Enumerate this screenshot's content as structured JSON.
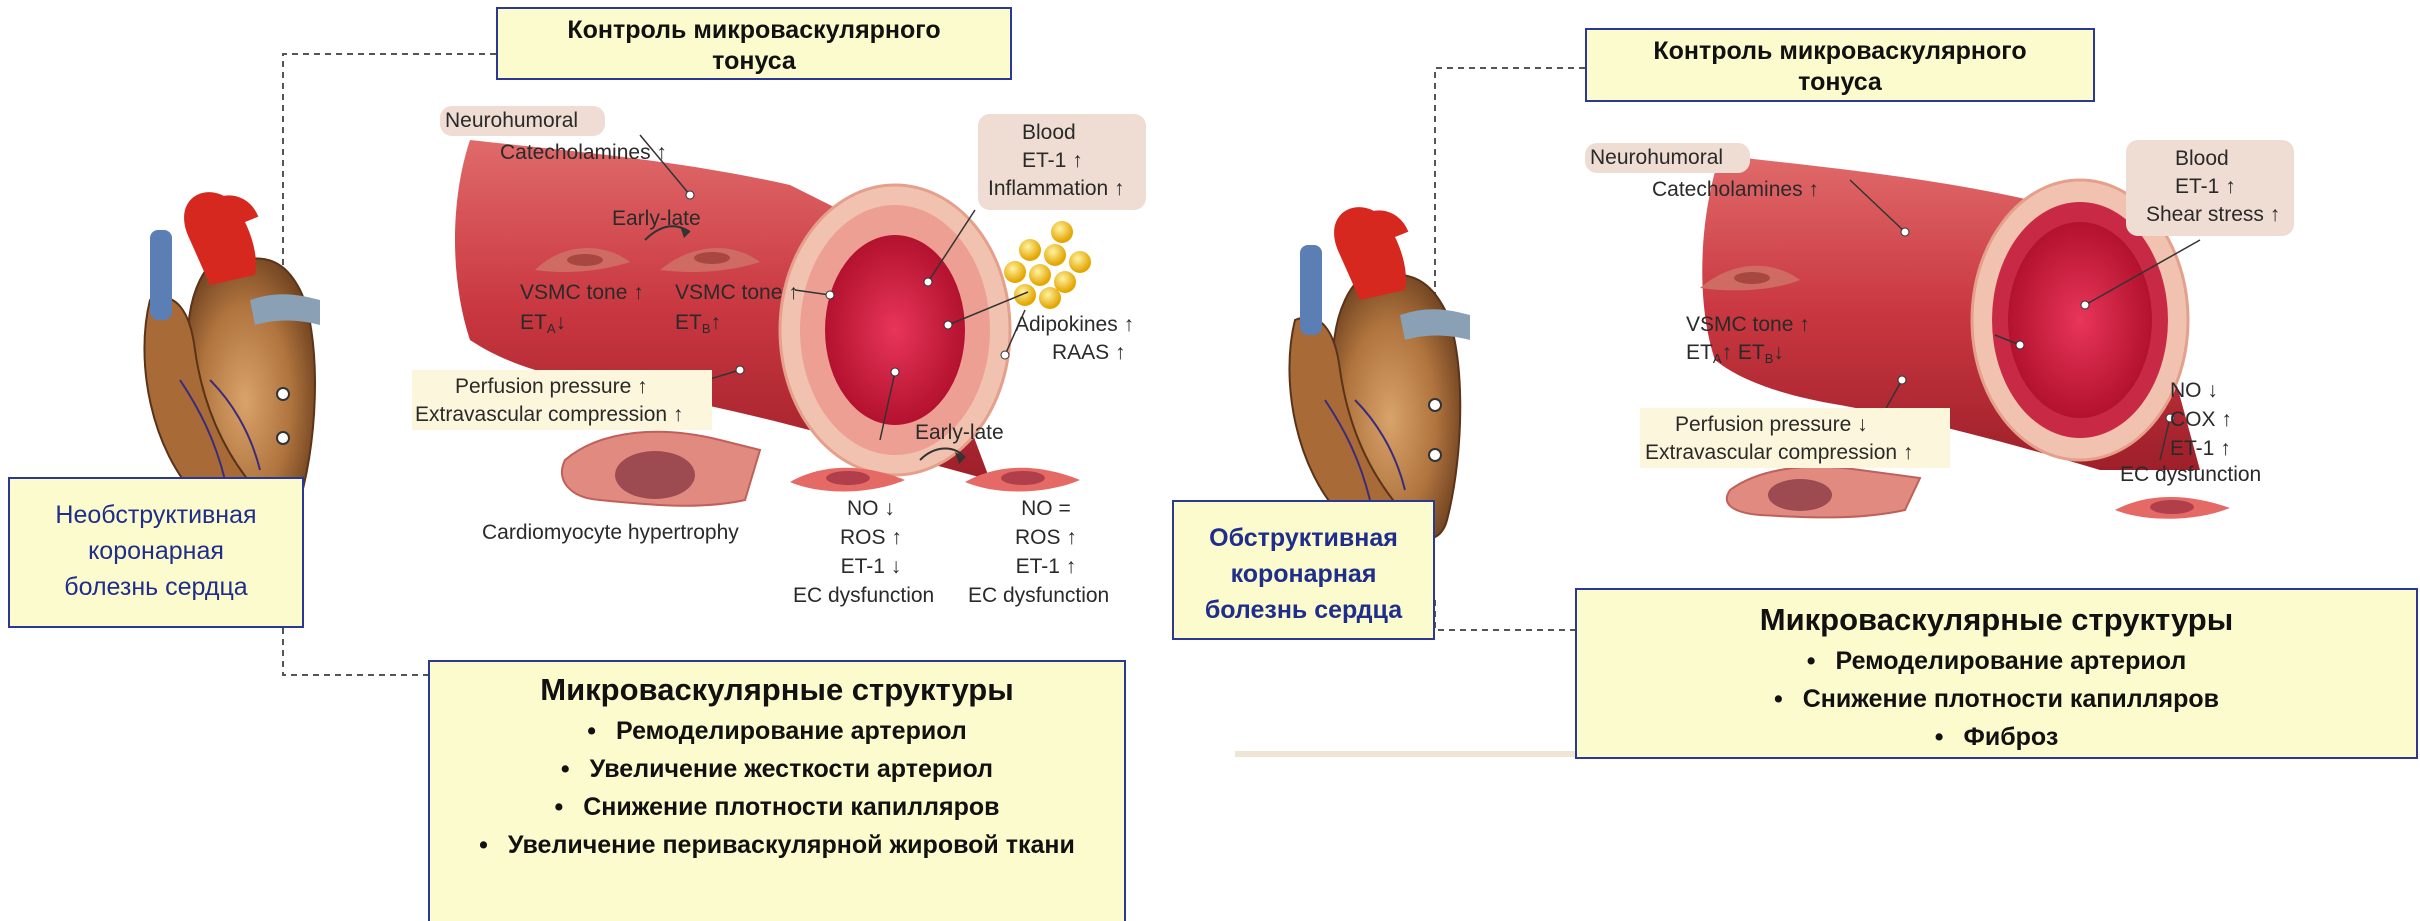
{
  "left": {
    "tone_box": [
      "Контроль микроваскулярного",
      "тонуса"
    ],
    "disease_box": [
      "Необструктивная",
      "коронарная",
      "болезнь сердца"
    ],
    "structures_title": "Микроваскулярные структуры",
    "structures_items": [
      "Ремоделирование артериол",
      "Увеличение жесткости артериол",
      "Снижение плотности капилляров",
      "Увеличение периваскулярной жировой ткани"
    ],
    "neurohumoral": "Neurohumoral",
    "catecholamines": "Catecholamines",
    "early_late_1": "Early-late",
    "early_late_2": "Early-late",
    "vsmc_tone_a": "VSMC tone",
    "vsmc_tone_b": "VSMC tone",
    "et": "ET",
    "sub_a": "A",
    "sub_b": "B",
    "blood": "Blood",
    "et1": "ET-1",
    "inflammation": "Inflammation",
    "adipokines": "Adipokines",
    "raas": "RAAS",
    "perfusion": "Perfusion pressure",
    "extravascular": "Extravascular compression",
    "cardiomyocyte": "Cardiomyocyte hypertrophy",
    "ec_col1": [
      "NO",
      "ROS",
      "ET-1",
      "EC dysfunction"
    ],
    "ec_col2": [
      "NO =",
      "ROS",
      "ET-1",
      "EC dysfunction"
    ]
  },
  "right": {
    "tone_box": [
      "Контроль микроваскулярного",
      "тонуса"
    ],
    "disease_box": [
      "Обструктивная",
      "коронарная",
      "болезнь сердца"
    ],
    "structures_title": "Микроваскулярные структуры",
    "structures_items": [
      "Ремоделирование артериол",
      "Снижение плотности капилляров",
      "Фиброз"
    ],
    "neurohumoral": "Neurohumoral",
    "catecholamines": "Catecholamines",
    "blood": "Blood",
    "et1": "ET-1",
    "shear": "Shear stress",
    "vsmc_tone": "VSMC tone",
    "et": "ET",
    "sub_a": "A",
    "sub_b": "B",
    "perfusion": "Perfusion pressure",
    "extravascular": "Extravascular compression",
    "ec": [
      "NO",
      "COX",
      "ET-1",
      "EC dysfunction"
    ]
  }
}
